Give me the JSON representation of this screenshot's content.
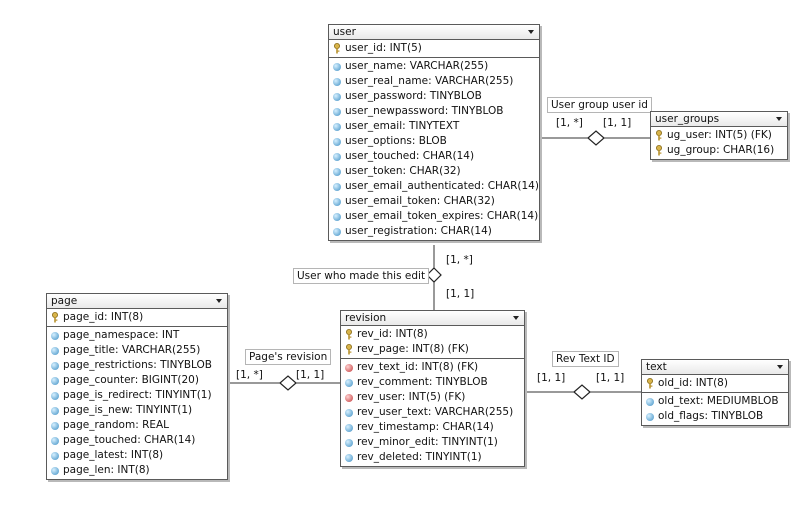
{
  "entities": {
    "user": {
      "title": "user",
      "keys": [
        "user_id: INT(5)"
      ],
      "attrs": [
        "user_name: VARCHAR(255)",
        "user_real_name: VARCHAR(255)",
        "user_password: TINYBLOB",
        "user_newpassword: TINYBLOB",
        "user_email: TINYTEXT",
        "user_options: BLOB",
        "user_touched: CHAR(14)",
        "user_token: CHAR(32)",
        "user_email_authenticated: CHAR(14)",
        "user_email_token: CHAR(32)",
        "user_email_token_expires: CHAR(14)",
        "user_registration: CHAR(14)"
      ]
    },
    "user_groups": {
      "title": "user_groups",
      "keys": [
        "ug_user: INT(5) (FK)",
        "ug_group: CHAR(16)"
      ]
    },
    "page": {
      "title": "page",
      "keys": [
        "page_id: INT(8)"
      ],
      "attrs": [
        "page_namespace: INT",
        "page_title: VARCHAR(255)",
        "page_restrictions: TINYBLOB",
        "page_counter: BIGINT(20)",
        "page_is_redirect: TINYINT(1)",
        "page_is_new: TINYINT(1)",
        "page_random: REAL",
        "page_touched: CHAR(14)",
        "page_latest: INT(8)",
        "page_len: INT(8)"
      ]
    },
    "revision": {
      "title": "revision",
      "keys": [
        "rev_id: INT(8)",
        "rev_page: INT(8) (FK)"
      ],
      "attrs": [
        "rev_text_id: INT(8) (FK)",
        "rev_comment: TINYBLOB",
        "rev_user: INT(5) (FK)",
        "rev_user_text: VARCHAR(255)",
        "rev_timestamp: CHAR(14)",
        "rev_minor_edit: TINYINT(1)",
        "rev_deleted: TINYINT(1)"
      ]
    },
    "text": {
      "title": "text",
      "keys": [
        "old_id: INT(8)"
      ],
      "attrs": [
        "old_text: MEDIUMBLOB",
        "old_flags: TINYBLOB"
      ]
    }
  },
  "relationships": {
    "user_groups": {
      "label": "User group user id",
      "card_left": "[1, *]",
      "card_right": "[1, 1]"
    },
    "user_revision": {
      "label": "User who made this edit",
      "card_top": "[1, *]",
      "card_bottom": "[1, 1]"
    },
    "page_revision": {
      "label": "Page's revision",
      "card_left": "[1, *]",
      "card_right": "[1, 1]"
    },
    "rev_text": {
      "label": "Rev Text ID",
      "card_left": "[1, 1]",
      "card_right": "[1, 1]"
    }
  },
  "colors": {
    "attribute_icon": "#3f8fc4",
    "foreign_key_icon": "#c43a3a",
    "key_icon": "#c8a23a",
    "border": "#5a5a5a"
  }
}
